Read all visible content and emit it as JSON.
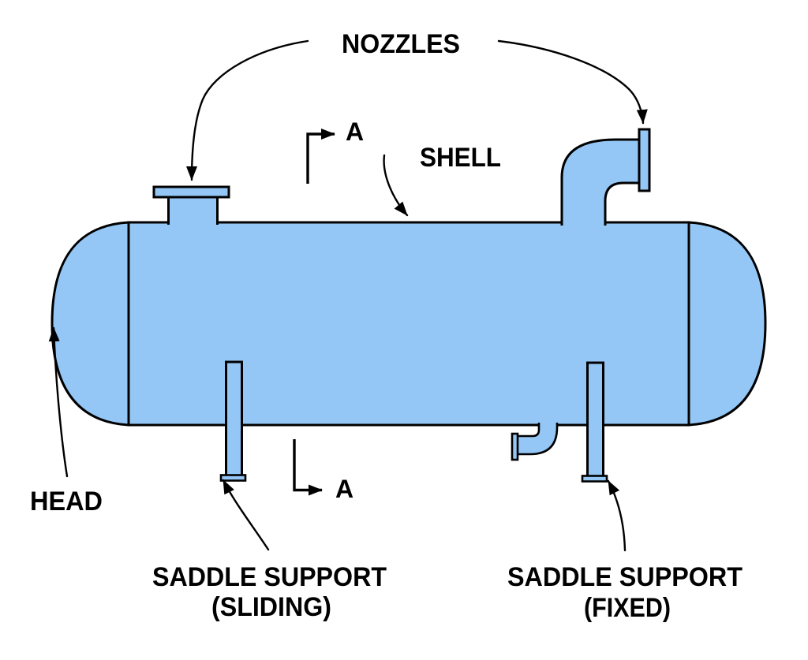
{
  "diagram": {
    "kind": "horizontal pressure vessel - elevation view",
    "colors": {
      "vessel_fill": "#94C7F6",
      "outline": "#000000",
      "text": "#000000",
      "background": "#FFFFFF"
    },
    "labels": {
      "nozzles": "NOZZLES",
      "shell": "SHELL",
      "head": "HEAD",
      "section_top": "A",
      "section_bottom": "A",
      "saddle_sliding": [
        "SADDLE SUPPORT",
        "(SLIDING)"
      ],
      "saddle_fixed": [
        "SADDLE SUPPORT",
        "(FIXED)"
      ]
    }
  }
}
